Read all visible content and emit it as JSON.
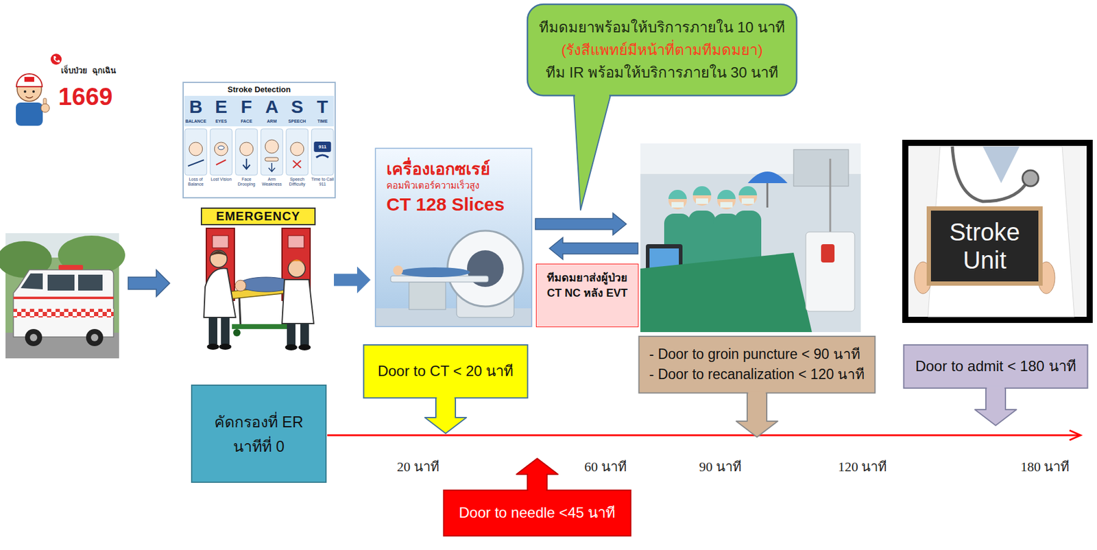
{
  "diagram": {
    "nodes": [
      {
        "text": [
          "EMERGENCY"
        ]
      },
      {
        "text": [
          "เครื่องเอกซเรย์",
          "คอมพิวเตอร์ความเร็วสูง",
          "CT 128 Slices"
        ]
      },
      {
        "text": [
          "ทีมดมยาพร้อมให้บริการภายใน 10 นาที",
          "(รังสีแพทย์มีหน้าที่ตามทีมดมยา)",
          "ทีม IR พร้อมให้บริการภายใน 30 นาที"
        ]
      },
      {
        "text": [
          "ทีมดมยาส่งผู้ป่วย CT NC หลัง EVT"
        ]
      },
      {
        "text": [
          "Stroke Unit"
        ]
      },
      {
        "text": [
          "คัดกรองที่ ER นาทีที่ 0"
        ]
      },
      {
        "text": [
          "Door to CT < 20 นาที"
        ]
      },
      {
        "text": [
          "Door to needle <45 นาที"
        ]
      },
      {
        "text": [
          "- Door to groin puncture < 90 นาที",
          "- Door to recanalization < 120 นาที"
        ]
      },
      {
        "text": [
          "Door to admit < 180 นาที"
        ]
      }
    ],
    "edges": [
      {
        "from": 0,
        "to": 1,
        "arrow": "to"
      }
    ],
    "labels": [
      "เจ็บป่วย",
      "ฉุกเฉิน",
      "1669",
      "Stroke Detection",
      "B",
      "E",
      "F",
      "A",
      "S",
      "T",
      "BALANCE",
      "EYES",
      "FACE",
      "ARM",
      "SPEECH",
      "TIME",
      "Loss of Balance",
      "Lost Vision",
      "Face Drooping",
      "Arm Weakness",
      "Speech Difficulty",
      "Time to Call 911",
      "911",
      "20 นาที",
      "60 นาที",
      "90 นาที",
      "120 นาที",
      "180 นาที"
    ]
  }
}
